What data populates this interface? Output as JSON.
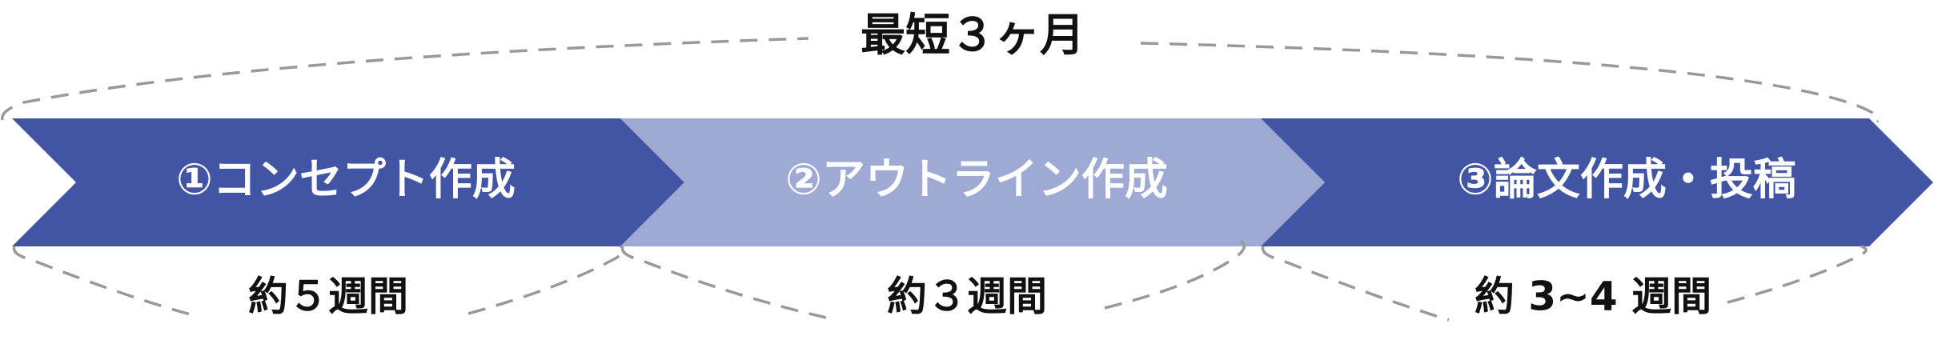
{
  "diagram": {
    "total_label": "最短３ヶ月",
    "phases": [
      {
        "label": "①コンセプト作成",
        "duration": "約５週間",
        "color": "#4255a4"
      },
      {
        "label": "②アウトライン作成",
        "duration": "約３週間",
        "color": "#9ea9d4"
      },
      {
        "label": "③論文作成・投稿",
        "duration": "約 3~4 週間",
        "color": "#4255a4"
      }
    ],
    "colors": {
      "arrow_text": "#ffffff",
      "label_text": "#111111",
      "dash": "#999999"
    }
  }
}
